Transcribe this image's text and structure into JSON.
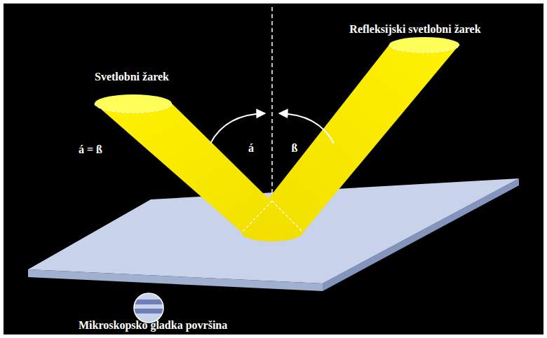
{
  "diagram": {
    "labels": [
      "Svetlobni žarek",
      "Refleksijski svetlobni žarek",
      "á = ß",
      "á",
      "ß",
      "Mikroskopsko gladka površina"
    ]
  }
}
